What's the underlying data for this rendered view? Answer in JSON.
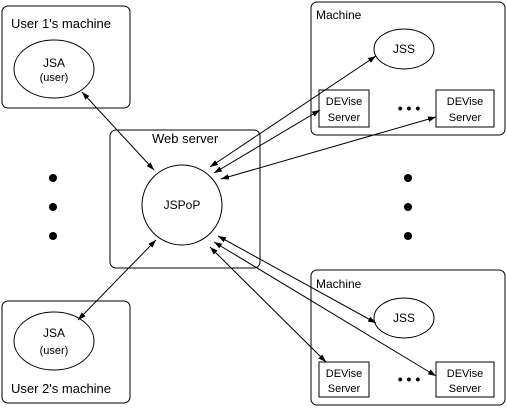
{
  "diagram": {
    "user1_machine": {
      "label": "User 1's machine",
      "jsa_label": "JSA",
      "jsa_sub": "(user)"
    },
    "user2_machine": {
      "label": "User 2's machine",
      "jsa_label": "JSA",
      "jsa_sub": "(user)"
    },
    "web_server": {
      "label": "Web server",
      "jspop_label": "JSPoP"
    },
    "machine_top": {
      "label": "Machine",
      "jss_label": "JSS",
      "devise1_line1": "DEVise",
      "devise1_line2": "Server",
      "devise2_line1": "DEVise",
      "devise2_line2": "Server",
      "ellipsis": "• • •"
    },
    "machine_bottom": {
      "label": "Machine",
      "jss_label": "JSS",
      "devise1_line1": "DEVise",
      "devise1_line2": "Server",
      "devise2_line1": "DEVise",
      "devise2_line2": "Server",
      "ellipsis": "• • •"
    },
    "colors": {
      "stroke": "#000000",
      "fill": "#ffffff"
    }
  }
}
